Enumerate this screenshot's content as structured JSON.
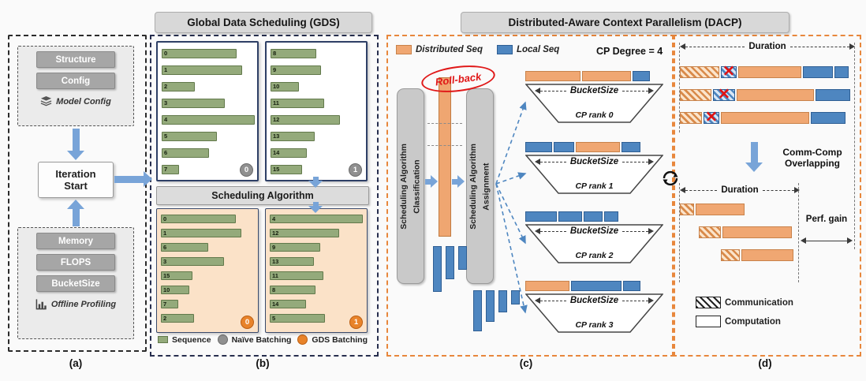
{
  "figure": {
    "panel_labels": {
      "a": "(a)",
      "b": "(b)",
      "c": "(c)",
      "d": "(d)"
    }
  },
  "panel_a": {
    "model_config": {
      "buttons": [
        "Structure",
        "Config"
      ],
      "caption": "Model Config"
    },
    "iteration_start": "Iteration Start",
    "offline_profiling": {
      "buttons": [
        "Memory",
        "FLOPS",
        "BucketSize"
      ],
      "caption": "Offline Profiling"
    }
  },
  "panel_b": {
    "title": "Global Data Scheduling (GDS)",
    "scheduling_algorithm": "Scheduling Algorithm",
    "naive_batches": [
      {
        "badge": "0",
        "bars": [
          {
            "id": "0",
            "w": 95
          },
          {
            "id": "1",
            "w": 102
          },
          {
            "id": "2",
            "w": 42
          },
          {
            "id": "3",
            "w": 80
          },
          {
            "id": "4",
            "w": 118
          },
          {
            "id": "5",
            "w": 70
          },
          {
            "id": "6",
            "w": 60
          },
          {
            "id": "7",
            "w": 22
          }
        ]
      },
      {
        "badge": "1",
        "bars": [
          {
            "id": "8",
            "w": 58
          },
          {
            "id": "9",
            "w": 64
          },
          {
            "id": "10",
            "w": 36
          },
          {
            "id": "11",
            "w": 68
          },
          {
            "id": "12",
            "w": 88
          },
          {
            "id": "13",
            "w": 56
          },
          {
            "id": "14",
            "w": 46
          },
          {
            "id": "15",
            "w": 40
          }
        ]
      }
    ],
    "gds_batches": [
      {
        "badge": "0",
        "bars": [
          {
            "id": "0",
            "w": 95
          },
          {
            "id": "1",
            "w": 102
          },
          {
            "id": "6",
            "w": 60
          },
          {
            "id": "3",
            "w": 80
          },
          {
            "id": "15",
            "w": 40
          },
          {
            "id": "10",
            "w": 36
          },
          {
            "id": "7",
            "w": 22
          },
          {
            "id": "2",
            "w": 42
          }
        ]
      },
      {
        "badge": "1",
        "bars": [
          {
            "id": "4",
            "w": 118
          },
          {
            "id": "12",
            "w": 88
          },
          {
            "id": "9",
            "w": 64
          },
          {
            "id": "13",
            "w": 56
          },
          {
            "id": "11",
            "w": 68
          },
          {
            "id": "8",
            "w": 58
          },
          {
            "id": "14",
            "w": 46
          },
          {
            "id": "5",
            "w": 70
          }
        ]
      }
    ],
    "legend": [
      {
        "swatch": "sequence",
        "label": "Sequence"
      },
      {
        "swatch": "naive",
        "label": "Naïve Batching"
      },
      {
        "swatch": "gds",
        "label": "GDS Batching"
      }
    ]
  },
  "panel_c": {
    "title": "Distributed-Aware Context Parallelism (DACP)",
    "legend": [
      {
        "swatch": "distributed",
        "label": "Distributed Seq"
      },
      {
        "swatch": "local",
        "label": "Local Seq"
      }
    ],
    "cp_degree": "CP Degree = 4",
    "rollback": "Roll-back",
    "classification": {
      "line1": "Scheduling Algorithm",
      "line2": "Classification"
    },
    "assignment": {
      "line1": "Scheduling Algorithm",
      "line2": "Assignment"
    },
    "local_seq_bars_left": [
      58,
      42,
      30
    ],
    "local_seq_bars_right": [
      52,
      40,
      28,
      18
    ],
    "cp_ranks": [
      {
        "rank": "CP rank 0",
        "bucket": "BucketSize",
        "segments": [
          {
            "t": "d",
            "w": 70
          },
          {
            "t": "d",
            "w": 62
          },
          {
            "t": "l",
            "w": 22
          }
        ]
      },
      {
        "rank": "CP rank 1",
        "bucket": "BucketSize",
        "segments": [
          {
            "t": "l",
            "w": 34
          },
          {
            "t": "l",
            "w": 26
          },
          {
            "t": "d",
            "w": 56
          },
          {
            "t": "l",
            "w": 24
          }
        ]
      },
      {
        "rank": "CP rank 2",
        "bucket": "BucketSize",
        "segments": [
          {
            "t": "l",
            "w": 40
          },
          {
            "t": "l",
            "w": 30
          },
          {
            "t": "l",
            "w": 24
          },
          {
            "t": "l",
            "w": 18
          }
        ]
      },
      {
        "rank": "CP rank 3",
        "bucket": "BucketSize",
        "segments": [
          {
            "t": "d",
            "w": 56
          },
          {
            "t": "l",
            "w": 64
          },
          {
            "t": "l",
            "w": 22
          }
        ]
      }
    ]
  },
  "panel_d": {
    "duration_top": "Duration",
    "overlap_label": "Comm-Comp Overlapping",
    "duration_bottom": "Duration",
    "perf_gain": "Perf. gain",
    "before_rows": [
      {
        "segments": [
          {
            "t": "hd",
            "w": 50
          },
          {
            "t": "hl",
            "w": 20,
            "x": true
          },
          {
            "t": "d",
            "w": 80
          },
          {
            "t": "l",
            "w": 38
          },
          {
            "t": "l",
            "w": 18
          }
        ]
      },
      {
        "segments": [
          {
            "t": "hd",
            "w": 40
          },
          {
            "t": "hl",
            "w": 28,
            "x": true
          },
          {
            "t": "d",
            "w": 98
          },
          {
            "t": "l",
            "w": 44
          }
        ]
      },
      {
        "segments": [
          {
            "t": "hd",
            "w": 28
          },
          {
            "t": "hl",
            "w": 20,
            "x": true
          },
          {
            "t": "d",
            "w": 112
          },
          {
            "t": "l",
            "w": 44
          }
        ]
      }
    ],
    "after_rows": [
      {
        "offset": 0,
        "segments": [
          {
            "t": "hd",
            "w": 18
          },
          {
            "t": "d",
            "w": 62
          }
        ]
      },
      {
        "offset": 24,
        "segments": [
          {
            "t": "hd",
            "w": 28
          },
          {
            "t": "d",
            "w": 88
          }
        ]
      },
      {
        "offset": 52,
        "segments": [
          {
            "t": "hd",
            "w": 24
          },
          {
            "t": "d",
            "w": 66
          }
        ]
      }
    ],
    "legend": [
      {
        "swatch": "comm",
        "label": "Communication"
      },
      {
        "swatch": "comp",
        "label": "Computation"
      }
    ]
  },
  "colors": {
    "sequence_green": "#94aa7b",
    "distributed_orange": "#f0a772",
    "local_blue": "#4e86c0",
    "naive_gray": "#909090",
    "gds_orange": "#e8832a",
    "arrow_blue": "#78a4d8",
    "rollback_red": "#e01818",
    "dacp_border_orange": "#e8873c"
  }
}
